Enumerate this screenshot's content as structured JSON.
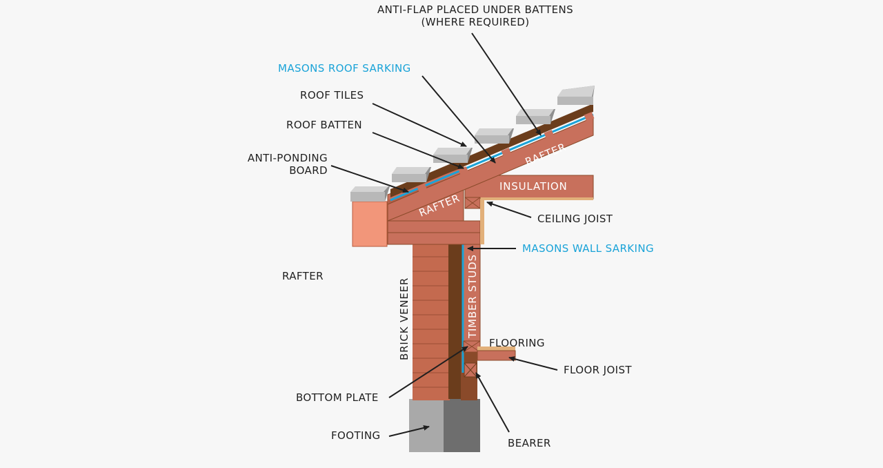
{
  "colors": {
    "background": "#f7f7f7",
    "timber": "#c8705c",
    "timber_dark": "#8a4a2a",
    "cavity": "#6b3d1c",
    "brick": "#c46a4f",
    "brick_end": "#f2967a",
    "tile_top": "#d3d3d3",
    "tile_side": "#8f8f8f",
    "sarking": "#1aa3d8",
    "concrete_light": "#a9a9a9",
    "concrete_dark": "#6e6e6e",
    "label_text": "#1f1f1f",
    "accent_text": "#1aa3d8"
  },
  "labels": {
    "anti_flap": [
      "ANTI-FLAP PLACED UNDER BATTENS",
      "(WHERE REQUIRED)"
    ],
    "masons_roof_sarking": "MASONS ROOF SARKING",
    "roof_tiles": "ROOF TILES",
    "roof_batten": "ROOF BATTEN",
    "anti_ponding": [
      "ANTI-PONDING",
      "BOARD"
    ],
    "rafter_left": "RAFTER",
    "ceiling_joist": "CEILING JOIST",
    "masons_wall_sarking": "MASONS WALL SARKING",
    "flooring": "FLOORING",
    "floor_joist": "FLOOR JOIST",
    "bottom_plate": "BOTTOM PLATE",
    "footing": "FOOTING",
    "bearer": "BEARER"
  },
  "on_diagram_text": {
    "rafter_upper": "RAFTER",
    "rafter_lower": "RAFTER",
    "insulation": "INSULATION",
    "timber_studs": "TIMBER STUDS",
    "brick_veneer": "BRICK VENEER"
  }
}
